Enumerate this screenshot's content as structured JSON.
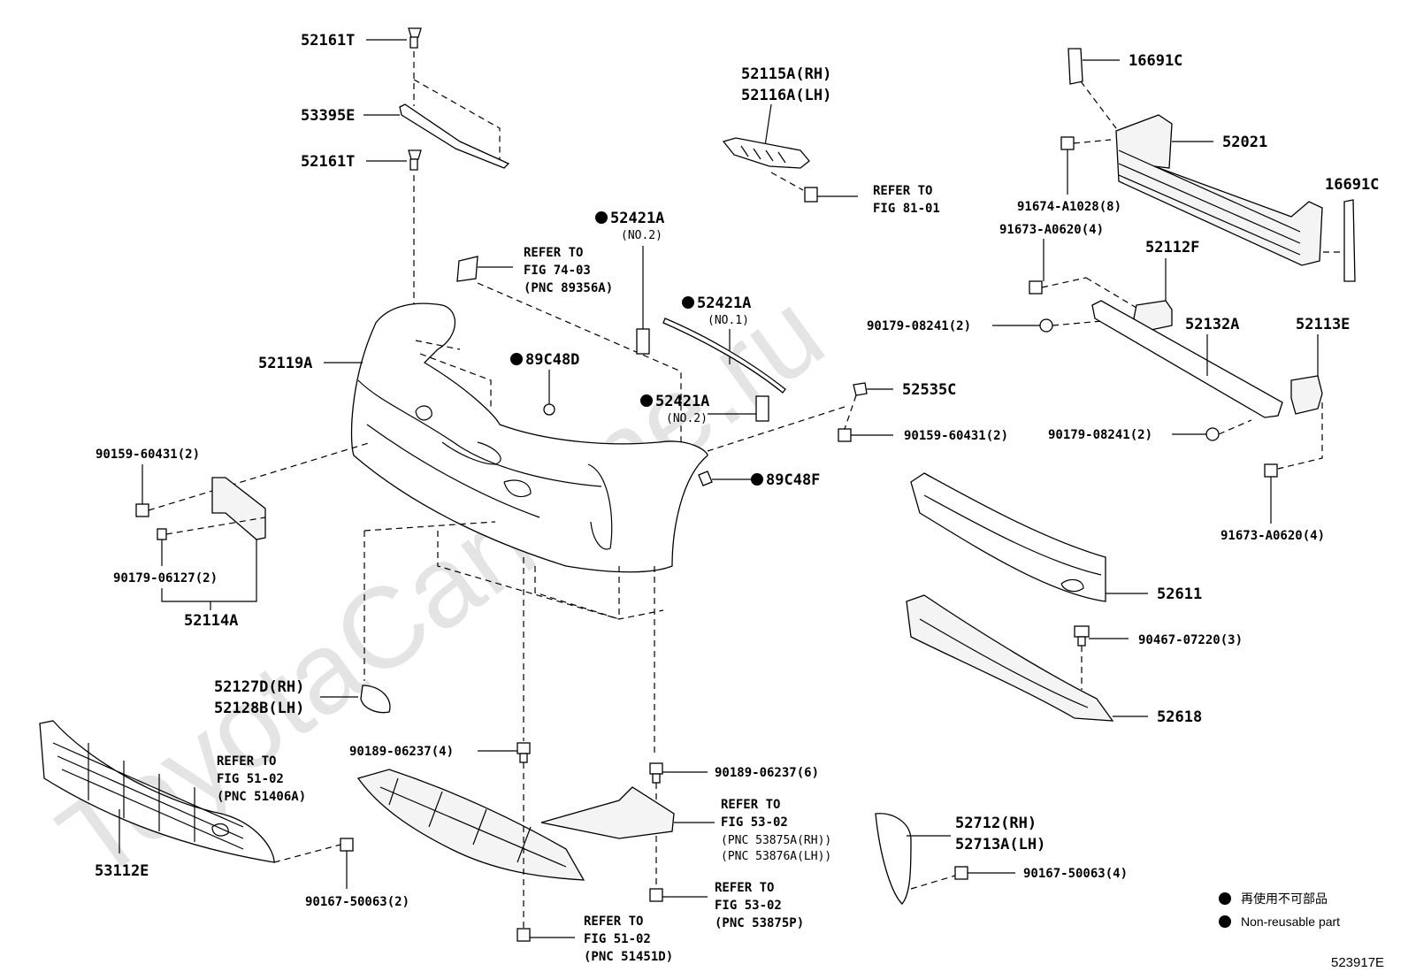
{
  "watermark": "ToyotaCarMine.ru",
  "diagram_code": "523917E",
  "legend": {
    "items": [
      {
        "text": "再使用不可部品"
      },
      {
        "text": "Non-reusable part"
      }
    ]
  },
  "labels": {
    "l52161T_top": "52161T",
    "l53395E": "53395E",
    "l52161T_mid": "52161T",
    "l52115A": "52115A(RH)",
    "l52116A": "52116A(LH)",
    "refer_81_1": "REFER TO",
    "refer_81_2": "FIG 81-01",
    "l16691C_top": "16691C",
    "l52021": "52021",
    "l91674": "91674-A1028(8)",
    "l16691C_right": "16691C",
    "l91673_top": "91673-A0620(4)",
    "l52112F": "52112F",
    "l52421A_no2_top": "52421A",
    "l52421A_no2_top_sub": "(NO.2)",
    "refer_74_1": "REFER TO",
    "refer_74_2": "FIG 74-03",
    "refer_74_3": "(PNC 89356A)",
    "l52421A_no1": "52421A",
    "l52421A_no1_sub": "(NO.1)",
    "l90179_08241_a": "90179-08241(2)",
    "l52132A": "52132A",
    "l52113E": "52113E",
    "l52119A": "52119A",
    "l89C48D": "89C48D",
    "l52535C": "52535C",
    "l52421A_no2_mid": "52421A",
    "l52421A_no2_mid_sub": "(NO.2)",
    "l90159_60431_right": "90159-60431(2)",
    "l90179_08241_b": "90179-08241(2)",
    "l90159_60431_left": "90159-60431(2)",
    "l89C48F": "89C48F",
    "l91673_bottom": "91673-A0620(4)",
    "l90179_06127": "90179-06127(2)",
    "l52611": "52611",
    "l52114A": "52114A",
    "l90467": "90467-07220(3)",
    "l52127D": "52127D(RH)",
    "l52128B": "52128B(LH)",
    "l52618": "52618",
    "l90189_4": "90189-06237(4)",
    "l90189_6": "90189-06237(6)",
    "refer_51_02a_1": "REFER TO",
    "refer_51_02a_2": "FIG 51-02",
    "refer_51_02a_3": "(PNC 51406A)",
    "refer_53_02a_1": "REFER TO",
    "refer_53_02a_2": "FIG 53-02",
    "refer_53_02a_3": "(PNC 53875A(RH))",
    "refer_53_02a_4": "(PNC 53876A(LH))",
    "l52712": "52712(RH)",
    "l52713A": "52713A(LH)",
    "l53112E": "53112E",
    "l90167_2": "90167-50063(2)",
    "l90167_4": "90167-50063(4)",
    "refer_53_02b_1": "REFER TO",
    "refer_53_02b_2": "FIG 53-02",
    "refer_53_02b_3": "(PNC 53875P)",
    "refer_51_02b_1": "REFER TO",
    "refer_51_02b_2": "FIG 51-02",
    "refer_51_02b_3": "(PNC 51451D)"
  }
}
